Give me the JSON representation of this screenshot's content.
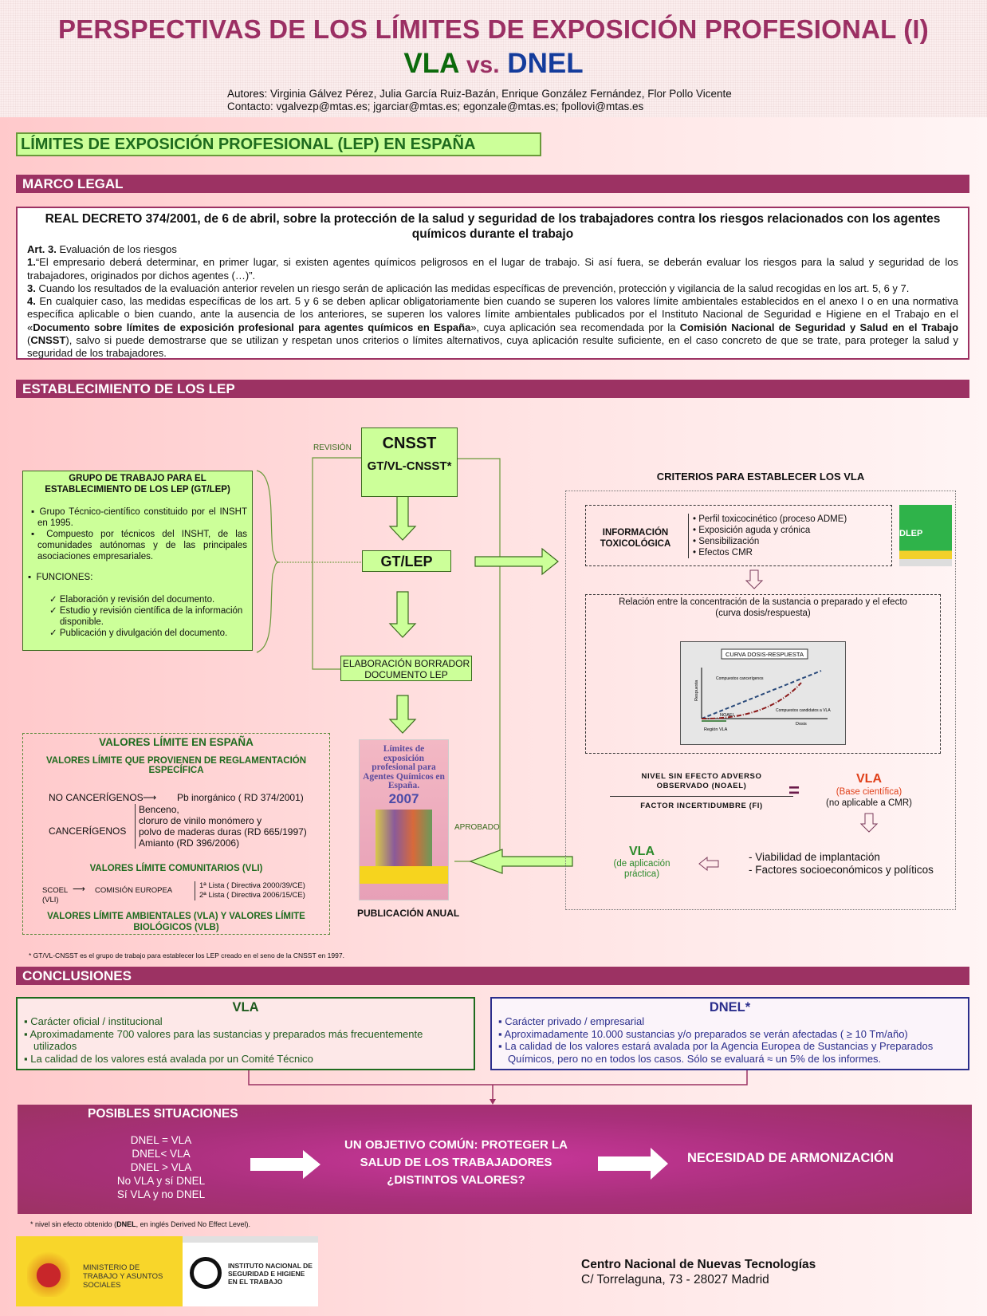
{
  "header": {
    "title": "PERSPECTIVAS DE LOS LÍMITES DE EXPOSICIÓN PROFESIONAL (I)",
    "subtitle_vla": "VLA",
    "subtitle_vs": "vs.",
    "subtitle_dnel": "DNEL",
    "authors": "Autores: Virginia Gálvez Pérez, Julia García Ruiz-Bazán, Enrique González Fernández, Flor Pollo Vicente",
    "contact": "Contacto: vgalvezp@mtas.es; jgarciar@mtas.es; egonzale@mtas.es; fpollovi@mtas.es"
  },
  "lep_heading": "LÍMITES DE EXPOSICIÓN PROFESIONAL (LEP) EN ESPAÑA",
  "marco": {
    "heading": "MARCO LEGAL",
    "decree_title": "REAL DECRETO 374/2001, de 6 de abril, sobre la protección de la salud y seguridad de los trabajadores contra los riesgos relacionados con los agentes químicos durante el trabajo",
    "art_label": "Art. 3.",
    "art_text": " Evaluación de los riesgos",
    "p1_num": "1.",
    "p1": "“El empresario deberá determinar, en primer lugar, si existen agentes químicos peligrosos en el lugar de trabajo. Si así fuera, se deberán evaluar los riesgos para la salud y seguridad de los trabajadores, originados por dichos agentes (…)”.",
    "p3_num": "3.",
    "p3": " Cuando los resultados de la evaluación anterior revelen un riesgo serán de aplicación las medidas específicas de prevención, protección y vigilancia de la salud recogidas en los art. 5, 6 y 7.",
    "p4_num": "4.",
    "p4a": " En cualquier caso, las medidas específicas de los art. 5 y 6 se deben aplicar obligatoriamente bien cuando se superen los valores límite ambientales establecidos en el anexo I o en una normativa específica aplicable o bien cuando, ante la ausencia de los anteriores, se superen los valores límite ambientales publicados por el Instituto Nacional de Seguridad e Higiene en el Trabajo en el «",
    "p4b": "Documento sobre límites de exposición profesional para agentes químicos en España",
    "p4c": "», cuya aplicación sea recomendada por la ",
    "p4d": "Comisión Nacional de Seguridad y Salud en el Trabajo",
    "p4e": " (",
    "p4f": "CNSST",
    "p4g": "), salvo si puede demostrarse que se utilizan y respetan unos criterios o límites alternativos, cuya aplicación resulte suficiente, en el caso concreto de que se trate, para proteger la salud y seguridad de los trabajadores."
  },
  "establecimiento": {
    "heading": "ESTABLECIMIENTO DE LOS LEP",
    "group": {
      "title": "GRUPO DE TRABAJO PARA EL ESTABLECIMIENTO DE LOS LEP (GT/LEP)",
      "bullets": [
        "Grupo Técnico-científico  constituido por el INSHT en 1995.",
        "Compuesto por técnicos del INSHT, de las comunidades autónomas y de las principales asociaciones empresariales.",
        "FUNCIONES:"
      ],
      "functions": [
        "Elaboración y revisión del documento.",
        "Estudio y revisión científica de la información disponible.",
        "Publicación y divulgación del documento."
      ]
    },
    "revision": "REVISIÓN",
    "cnsst": "CNSST",
    "gtvl": "GT/VL-CNSST*",
    "gtlep": "GT/LEP",
    "borrador_1": "ELABORACIÓN BORRADOR",
    "borrador_2": "DOCUMENTO LEP",
    "aprobado": "APROBADO",
    "book": {
      "title": "Límites de exposición profesional para Agentes Químicos en España.",
      "year": "2007",
      "caption": "PUBLICACIÓN ANUAL"
    },
    "valores": {
      "title": "VALORES LÍMITE EN ESPAÑA",
      "sub1": "VALORES LÍMITE QUE PROVIENEN DE REGLAMENTACIÓN ESPECÍFICA",
      "no_canc": "NO CANCERÍGENOS",
      "no_canc_val": "Pb inorgánico ( RD 374/2001)",
      "canc": "CANCERÍGENOS",
      "canc_vals": [
        "Benceno,",
        "cloruro de vinilo monómero y",
        "polvo de maderas duras (RD 665/1997)",
        "Amianto (RD 396/2006)"
      ],
      "sub2": "VALORES LÍMITE COMUNITARIOS (VLI)",
      "scoel": "SCOEL",
      "vli": "(VLI)",
      "comision": "COMISIÓN EUROPEA",
      "listas": [
        "1ª Lista ( Directiva 2000/39/CE)",
        "2ª Lista ( Directiva 2006/15/CE)"
      ],
      "sub3": "VALORES LÍMITE AMBIENTALES (VLA) Y VALORES LÍMITE BIOLÓGICOS (VLB)"
    },
    "criterios": {
      "title": "CRITERIOS PARA ESTABLECER LOS VLA",
      "info_label": "INFORMACIÓN TOXICOLÓGICA",
      "info_items": [
        "• Perfil toxicocinético (proceso ADME)",
        "• Exposición aguda y crónica",
        "• Sensibilización",
        "• Efectos CMR"
      ],
      "relacion": "Relación entre la concentración de la sustancia o preparado y el efecto (curva dosis/respuesta)",
      "curve": {
        "title": "CURVA DOSIS-RESPUESTA",
        "ylabel": "Respuesta",
        "xlabel": "Dosis",
        "label_carc": "Compuestos cancerígenos",
        "label_cand": "Compuestos candidatos a VLA",
        "noael": "NOAEL",
        "region": "Región VLA"
      },
      "numerator": "NIVEL SIN EFECTO ADVERSO OBSERVADO (NOAEL)",
      "denominator": "FACTOR INCERTIDUMBRE (FI)",
      "equals": "=",
      "vla": "VLA",
      "vla_base": "(Base científica)",
      "vla_no_cmr": "(no aplicable a CMR)",
      "vla2": "VLA",
      "vla2_sub": "(de aplicación práctica)",
      "factors": [
        "- Viabilidad de implantación",
        "- Factores socioeconómicos  y políticos"
      ],
      "dlep_logo": "DLEP"
    },
    "footnote": "* GT/VL-CNSST es el grupo de trabajo para establecer los LEP creado en el seno de la CNSST en 1997."
  },
  "conclusiones": {
    "heading": "CONCLUSIONES",
    "vla": {
      "title": "VLA",
      "items": [
        "Carácter oficial / institucional",
        "Aproximadamente 700 valores para las sustancias y preparados más frecuentemente utilizados",
        "La calidad de los valores está avalada por un Comité Técnico"
      ]
    },
    "dnel": {
      "title": "DNEL*",
      "items": [
        "Carácter privado / empresarial",
        "Aproximadamente 10.000 sustancias y/o preparados se verán afectadas ( ≥ 10 Tm/año)",
        "La calidad de los valores estará avalada por la Agencia Europea de Sustancias y Preparados Químicos, pero no en todos los casos. Sólo se evaluará ≈ un 5% de los informes."
      ]
    },
    "posibles": "POSIBLES SITUACIONES",
    "situaciones": [
      "DNEL = VLA",
      "DNEL< VLA",
      "DNEL > VLA",
      "No VLA y sí DNEL",
      "Sí VLA y no DNEL"
    ],
    "objetivo": "UN OBJETIVO COMÚN: PROTEGER LA SALUD DE LOS TRABAJADORES ¿DISTINTOS VALORES?",
    "necesidad": "NECESIDAD DE ARMONIZACIÓN"
  },
  "footnote2_a": "* nivel sin efecto obtenido (",
  "footnote2_b": "DNEL",
  "footnote2_c": ", en inglés Derived No Effect Level).",
  "logos": {
    "ministerio": "MINISTERIO DE TRABAJO Y ASUNTOS SOCIALES",
    "insht": "INSTITUTO NACIONAL DE SEGURIDAD E HIGIENE EN EL TRABAJO"
  },
  "footer": {
    "centro": "Centro Nacional de Nuevas Tecnologías",
    "address": "C/ Torrelaguna, 73  -  28027 Madrid"
  },
  "colors": {
    "magenta": "#9c3263",
    "green": "#1e6b1e",
    "lightgreen": "#ccff99",
    "blue": "#2b2e8c"
  }
}
